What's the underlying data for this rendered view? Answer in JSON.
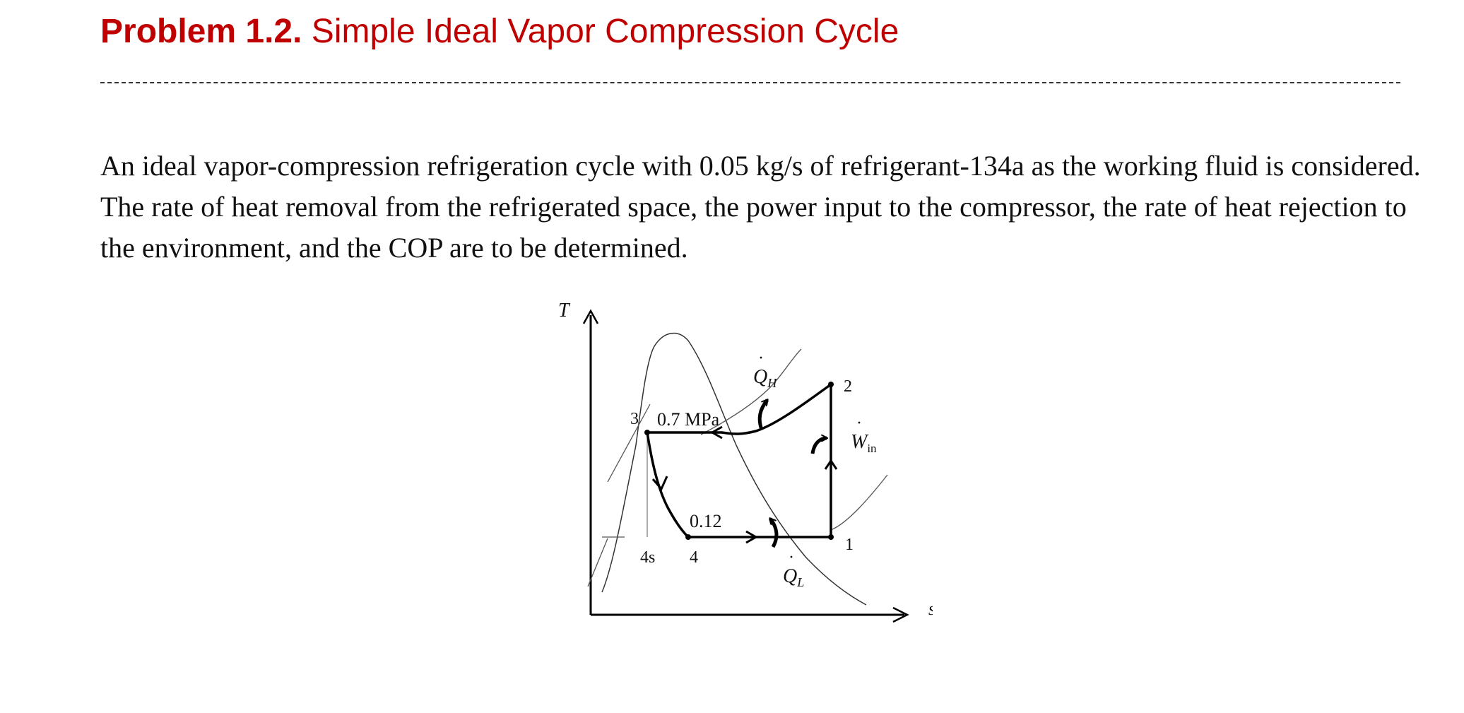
{
  "header": {
    "problem_label": "Problem 1.2.",
    "problem_title": "Simple Ideal Vapor Compression Cycle"
  },
  "body": {
    "paragraph": "An ideal vapor-compression refrigeration cycle with 0.05 kg/s of refrigerant-134a as the working fluid is considered. The rate of heat removal from the refrigerated space, the power input to the compressor, the rate of heat rejection to the environment, and the COP are to be determined."
  },
  "diagram": {
    "axis_t": "T",
    "axis_s": "s",
    "state_1": "1",
    "state_2": "2",
    "state_3": "3",
    "state_4": "4",
    "state_4s": "4s",
    "high_pressure": "0.7 MPa",
    "low_pressure": "0.12",
    "heat_out_main": "Q",
    "heat_out_sub": "H",
    "heat_in_main": "Q",
    "heat_in_sub": "L",
    "work_main": "W",
    "work_sub": "in"
  }
}
